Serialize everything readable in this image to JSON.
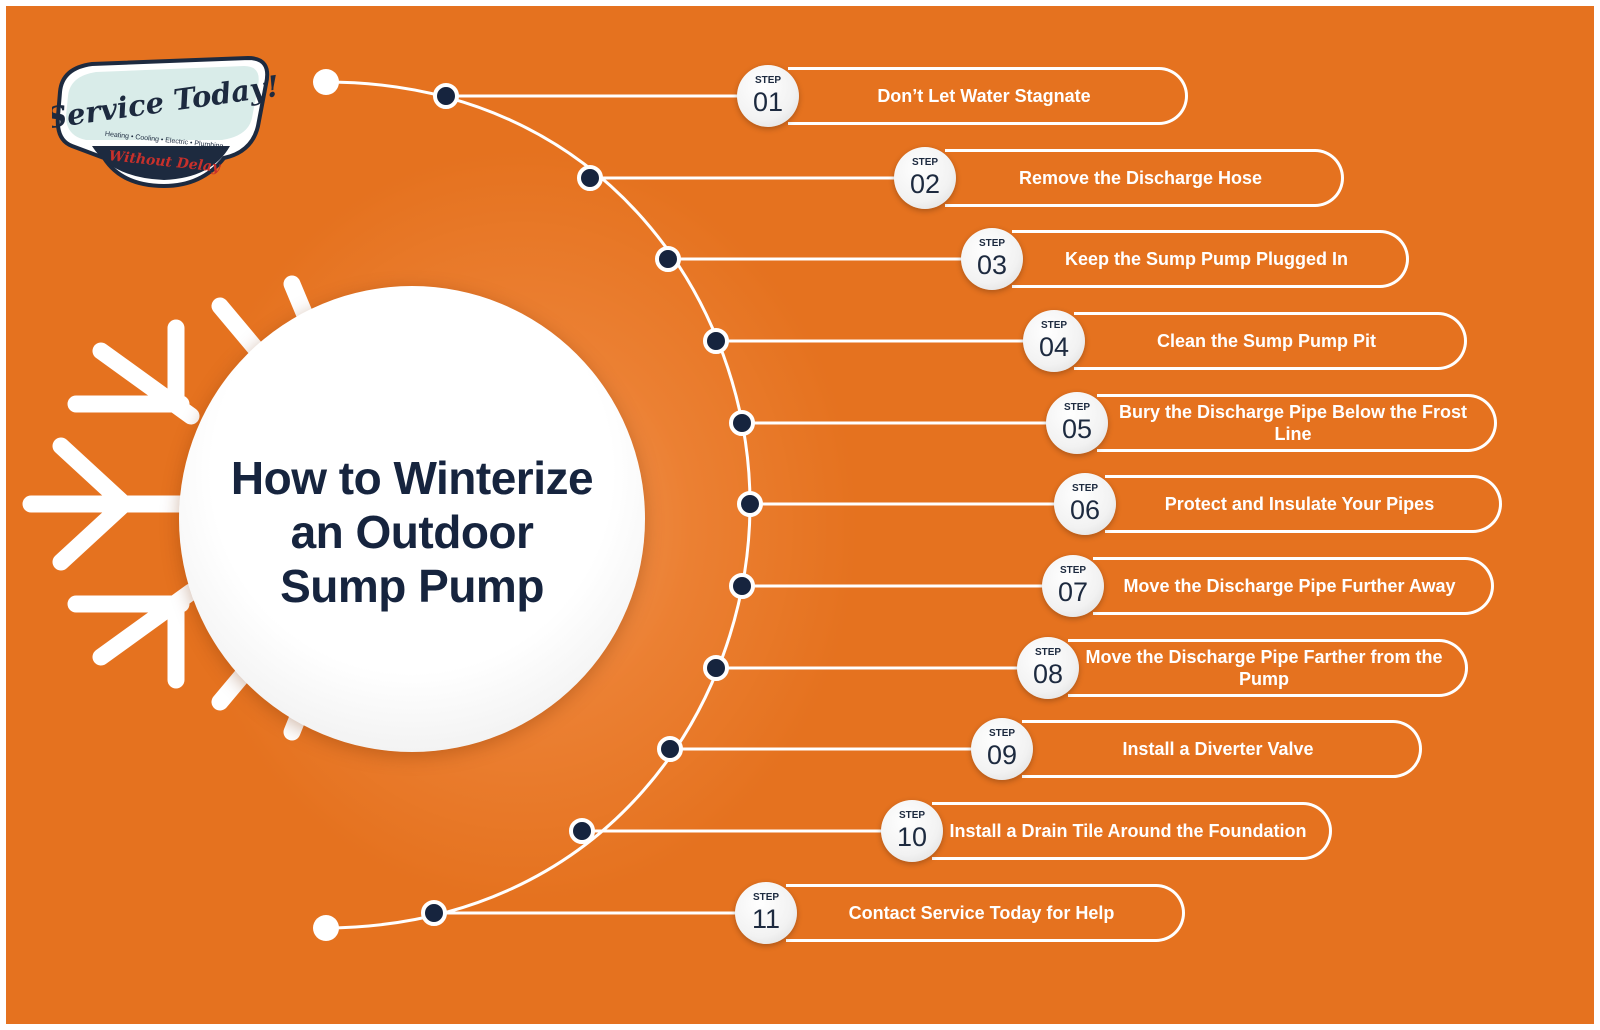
{
  "logo": {
    "brand": "Service Today!",
    "services": "Heating • Cooling • Electric • Plumbing",
    "tagline": "Without Delay"
  },
  "title": "How to Winterize an Outdoor Sump Pump",
  "title_lines": [
    "How to Winterize",
    "an Outdoor",
    "Sump Pump"
  ],
  "step_label": "STEP",
  "steps": [
    {
      "number": "01",
      "text": "Don’t Let Water Stagnate"
    },
    {
      "number": "02",
      "text": "Remove the Discharge Hose"
    },
    {
      "number": "03",
      "text": "Keep the Sump Pump Plugged In"
    },
    {
      "number": "04",
      "text": "Clean the Sump Pump Pit"
    },
    {
      "number": "05",
      "text": "Bury the Discharge Pipe Below the Frost Line"
    },
    {
      "number": "06",
      "text": "Protect and Insulate Your Pipes"
    },
    {
      "number": "07",
      "text": "Move the Discharge Pipe Further Away"
    },
    {
      "number": "08",
      "text": "Move the Discharge Pipe Farther from the Pump"
    },
    {
      "number": "09",
      "text": "Install a Diverter Valve"
    },
    {
      "number": "10",
      "text": "Install a Drain Tile Around the Foundation"
    },
    {
      "number": "11",
      "text": "Contact Service Today for Help"
    }
  ],
  "colors": {
    "background": "#e5721f",
    "navy": "#16243e",
    "white": "#ffffff",
    "logo_red": "#c8302b",
    "logo_teal": "#d9ece9"
  },
  "icons": [
    "snowflake-icon",
    "timeline-dot-icon"
  ]
}
